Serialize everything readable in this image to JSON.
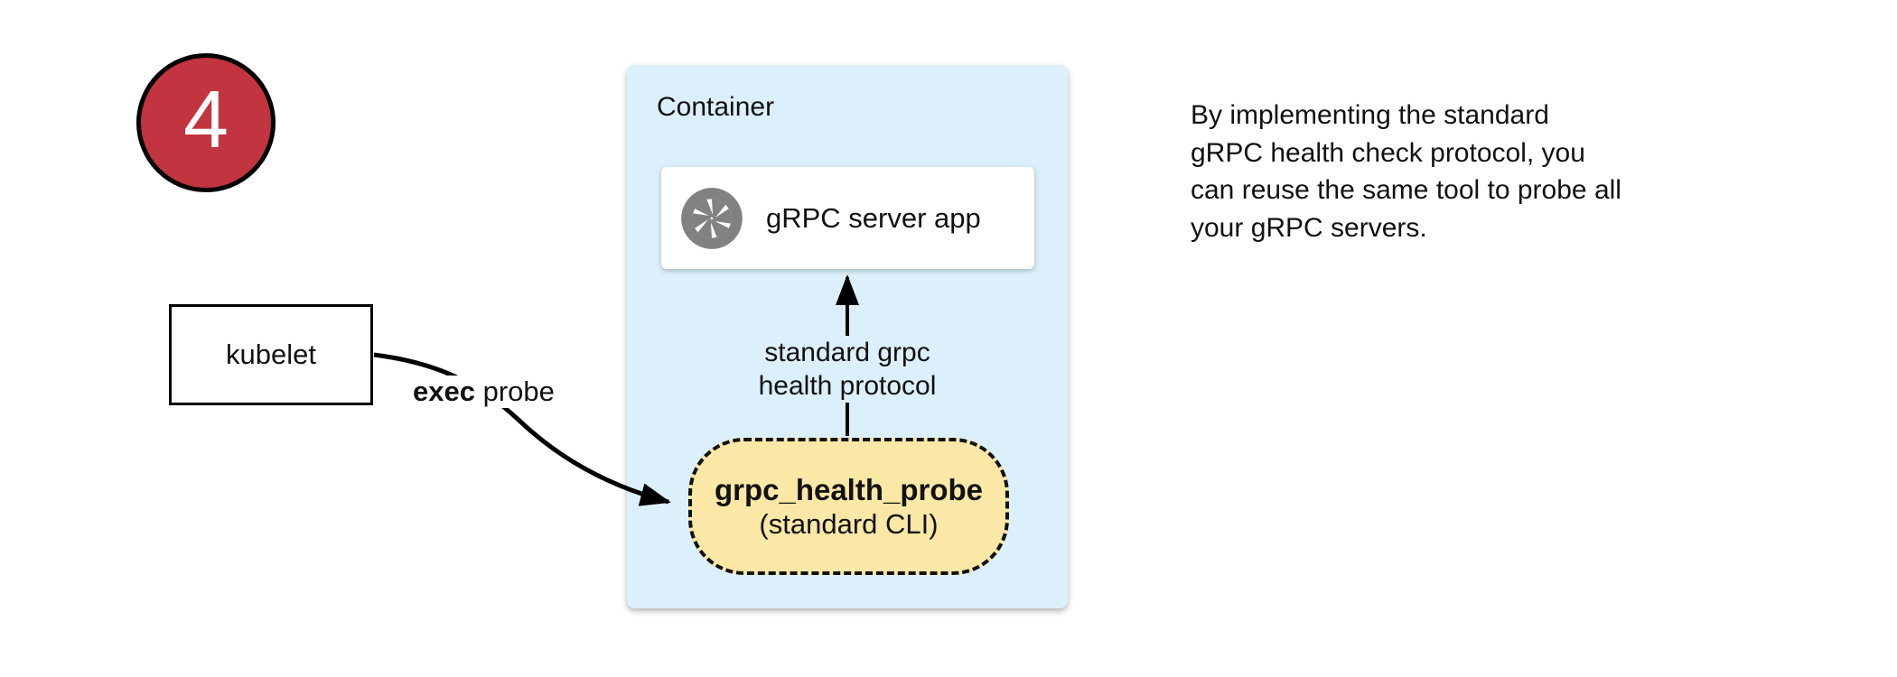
{
  "page": {
    "background": "#ffffff"
  },
  "badge": {
    "number": "4",
    "fill": "#c2343f",
    "border_color": "#000000",
    "text_color": "#ffffff"
  },
  "kubelet": {
    "label": "kubelet"
  },
  "exec_probe": {
    "bold": "exec",
    "rest": " probe"
  },
  "container": {
    "title": "Container",
    "fill": "#dcf0fb",
    "server_app": {
      "label": "gRPC server app",
      "icon": "grpc-aperture-icon",
      "icon_color": "#818181"
    },
    "protocol": {
      "line1": "standard grpc",
      "line2": "health protocol"
    },
    "probe": {
      "title": "grpc_health_probe",
      "subtitle": "(standard CLI)",
      "fill": "#fbe7a6",
      "border_style": "dashed"
    }
  },
  "note": {
    "text": "By implementing the standard\ngRPC health check protocol, you\ncan reuse the same tool to probe all\nyour gRPC servers."
  },
  "arrows": {
    "color": "#000000"
  }
}
